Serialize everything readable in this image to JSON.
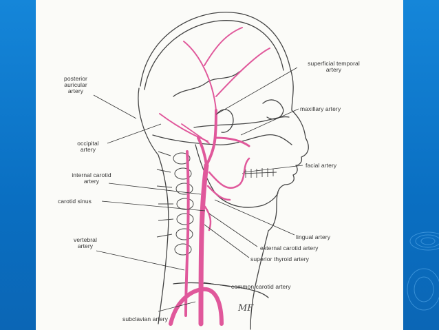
{
  "labels": {
    "superficial_temporal": [
      "superficial temporal",
      "artery"
    ],
    "maxillary": "maxillary artery",
    "facial": "facial artery",
    "posterior_auricular": [
      "posterior",
      "auricular",
      "artery"
    ],
    "occipital": [
      "occipital",
      "artery"
    ],
    "internal_carotid": [
      "internal carotid",
      "artery"
    ],
    "carotid_sinus": "carotid sinus",
    "vertebral": [
      "vertebral",
      "artery"
    ],
    "lingual": "lingual artery",
    "external_carotid": "external carotid artery",
    "superior_thyroid": "superior thyroid artery",
    "common_carotid": "common carotid artery",
    "subclavian": "subclavian artery"
  },
  "signature": "MF",
  "colors": {
    "artery": "#e0589b",
    "outline": "#444444",
    "slide_bg": "#0a6fc2"
  }
}
